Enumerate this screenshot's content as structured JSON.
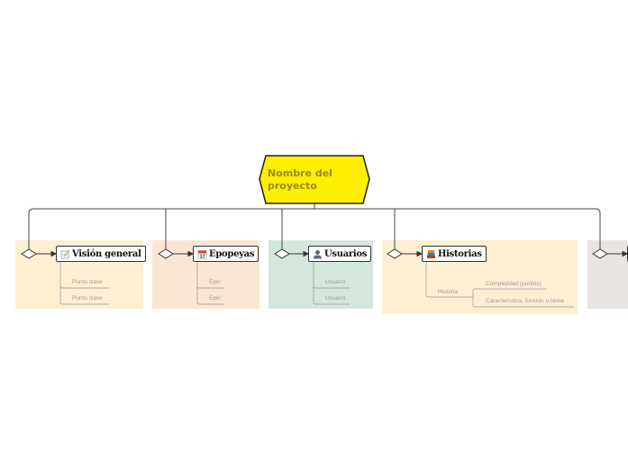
{
  "root": {
    "title": "Nombre del proyecto",
    "title_line1": "Nombre del",
    "title_line2": "proyecto"
  },
  "branches": [
    {
      "label": "Visión general",
      "icon": "memo-icon",
      "children": [
        "Punto clave",
        "Punto clave"
      ],
      "panel_color": "#fdefd2"
    },
    {
      "label": "Epopeyas",
      "icon": "calendar-icon",
      "children": [
        "Epic",
        "Epic"
      ],
      "panel_color": "#fbe6d4"
    },
    {
      "label": "Usuarios",
      "icon": "user-icon",
      "children": [
        "Usuario",
        "Usuario"
      ],
      "panel_color": "#d3e7dd"
    },
    {
      "label": "Historias",
      "icon": "books-icon",
      "children": [
        "Historia"
      ],
      "grandchildren": [
        "Complejidad (puntos)",
        "Característica, función o tarea"
      ],
      "panel_color": "#fdefd2"
    },
    {
      "label": "",
      "icon": "",
      "children": [],
      "panel_color": "#e8e4df"
    }
  ],
  "colors": {
    "root_fill": "#ffee00",
    "root_text": "#9a8a22",
    "line": "#444444",
    "leaf_text": "#999999"
  }
}
